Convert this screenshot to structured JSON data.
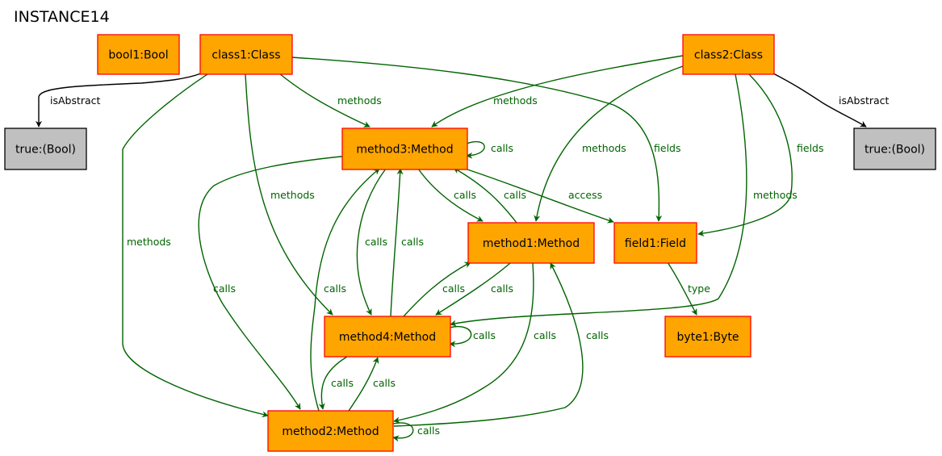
{
  "title": "INSTANCE14",
  "colors": {
    "node_fill": "#FFA500",
    "node_border": "#FF0000",
    "bool_fill": "#C0C0C0",
    "bool_border": "#000000",
    "edge_green": "#006400",
    "edge_black": "#000000"
  },
  "nodes": [
    {
      "id": "bool1",
      "label": "bool1:Bool",
      "kind": "instance"
    },
    {
      "id": "class1",
      "label": "class1:Class",
      "kind": "instance"
    },
    {
      "id": "class2",
      "label": "class2:Class",
      "kind": "instance"
    },
    {
      "id": "true1",
      "label": "true:(Bool)",
      "kind": "bool"
    },
    {
      "id": "true2",
      "label": "true:(Bool)",
      "kind": "bool"
    },
    {
      "id": "method3",
      "label": "method3:Method",
      "kind": "instance"
    },
    {
      "id": "method1",
      "label": "method1:Method",
      "kind": "instance"
    },
    {
      "id": "field1",
      "label": "field1:Field",
      "kind": "instance"
    },
    {
      "id": "method4",
      "label": "method4:Method",
      "kind": "instance"
    },
    {
      "id": "byte1",
      "label": "byte1:Byte",
      "kind": "instance"
    },
    {
      "id": "method2",
      "label": "method2:Method",
      "kind": "instance"
    }
  ],
  "edges": [
    {
      "id": "e1",
      "from": "class1",
      "to": "true1",
      "label": "isAbstract",
      "color": "black"
    },
    {
      "id": "e2",
      "from": "class2",
      "to": "true2",
      "label": "isAbstract",
      "color": "black"
    },
    {
      "id": "e3",
      "from": "class1",
      "to": "method3",
      "label": "methods",
      "color": "green"
    },
    {
      "id": "e4",
      "from": "class1",
      "to": "method4",
      "label": "methods",
      "color": "green"
    },
    {
      "id": "e5",
      "from": "class1",
      "to": "method2",
      "label": "methods",
      "color": "green"
    },
    {
      "id": "e6",
      "from": "class1",
      "to": "field1",
      "label": "",
      "color": "green"
    },
    {
      "id": "e7",
      "from": "class2",
      "to": "method3",
      "label": "methods",
      "color": "green"
    },
    {
      "id": "e8",
      "from": "class2",
      "to": "method1",
      "label": "methods",
      "color": "green"
    },
    {
      "id": "e9",
      "from": "class2",
      "to": "field1",
      "label": "fields",
      "color": "green"
    },
    {
      "id": "e10",
      "from": "class2",
      "to": "method4",
      "label": "methods",
      "color": "green"
    },
    {
      "id": "e11",
      "from": "class1",
      "to": "field1",
      "label": "fields",
      "color": "green"
    },
    {
      "id": "e12",
      "from": "method3",
      "to": "method3",
      "label": "calls",
      "color": "green"
    },
    {
      "id": "e13",
      "from": "method3",
      "to": "field1",
      "label": "access",
      "color": "green"
    },
    {
      "id": "e14",
      "from": "method3",
      "to": "method1",
      "label": "calls",
      "color": "green"
    },
    {
      "id": "e15",
      "from": "method1",
      "to": "method3",
      "label": "calls",
      "color": "green"
    },
    {
      "id": "e16",
      "from": "method3",
      "to": "method4",
      "label": "calls",
      "color": "green"
    },
    {
      "id": "e17",
      "from": "method4",
      "to": "method3",
      "label": "calls",
      "color": "green"
    },
    {
      "id": "e18",
      "from": "method3",
      "to": "method2",
      "label": "calls",
      "color": "green"
    },
    {
      "id": "e19",
      "from": "method2",
      "to": "method3",
      "label": "calls",
      "color": "green"
    },
    {
      "id": "e20",
      "from": "method4",
      "to": "method1",
      "label": "calls",
      "color": "green"
    },
    {
      "id": "e21",
      "from": "method1",
      "to": "method4",
      "label": "calls",
      "color": "green"
    },
    {
      "id": "e22",
      "from": "method4",
      "to": "method4",
      "label": "calls",
      "color": "green"
    },
    {
      "id": "e23",
      "from": "method1",
      "to": "method2",
      "label": "calls",
      "color": "green"
    },
    {
      "id": "e24",
      "from": "method2",
      "to": "method1",
      "label": "calls",
      "color": "green"
    },
    {
      "id": "e25",
      "from": "method4",
      "to": "method2",
      "label": "calls",
      "color": "green"
    },
    {
      "id": "e26",
      "from": "method2",
      "to": "method4",
      "label": "calls",
      "color": "green"
    },
    {
      "id": "e27",
      "from": "method2",
      "to": "method2",
      "label": "calls",
      "color": "green"
    },
    {
      "id": "e28",
      "from": "field1",
      "to": "byte1",
      "label": "type",
      "color": "green"
    }
  ]
}
